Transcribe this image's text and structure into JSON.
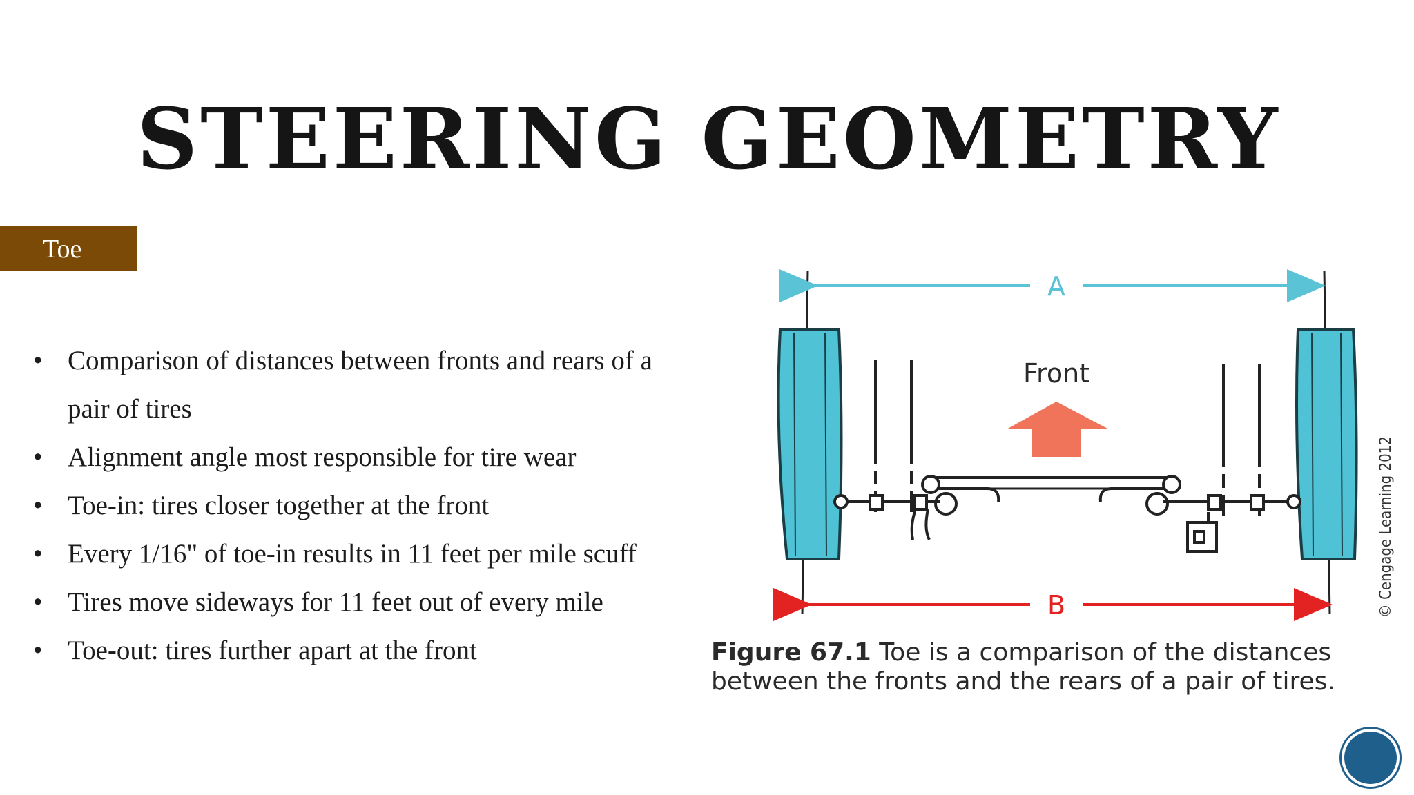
{
  "slide": {
    "title": "STEERING GEOMETRY",
    "subtitle": "Toe",
    "bullets": [
      "Comparison of distances between fronts and rears of a pair of tires",
      "Alignment angle most responsible for tire wear",
      "Toe-in: tires closer together at the front",
      "Every 1/16\" of toe-in results in 11 feet per mile scuff",
      "Tires move sideways for 11 feet out of every mile",
      "Toe-out: tires further apart at the front"
    ],
    "bullet_glyph": "•"
  },
  "figure": {
    "label_a": "A",
    "label_b": "B",
    "label_front": "Front",
    "copyright": "© Cengage Learning 2012",
    "caption_label": "Figure 67.1",
    "caption_text": " Toe is a comparison of the distances between the fronts and the rears of a pair of tires.",
    "colors": {
      "tire": "#4fc2d6",
      "line_a": "#5bc3d6",
      "line_b": "#e32222",
      "arrow": "#f07459",
      "subtitle_bg": "#7a4a06"
    }
  },
  "icons": {
    "corner": "circle-badge-icon"
  }
}
